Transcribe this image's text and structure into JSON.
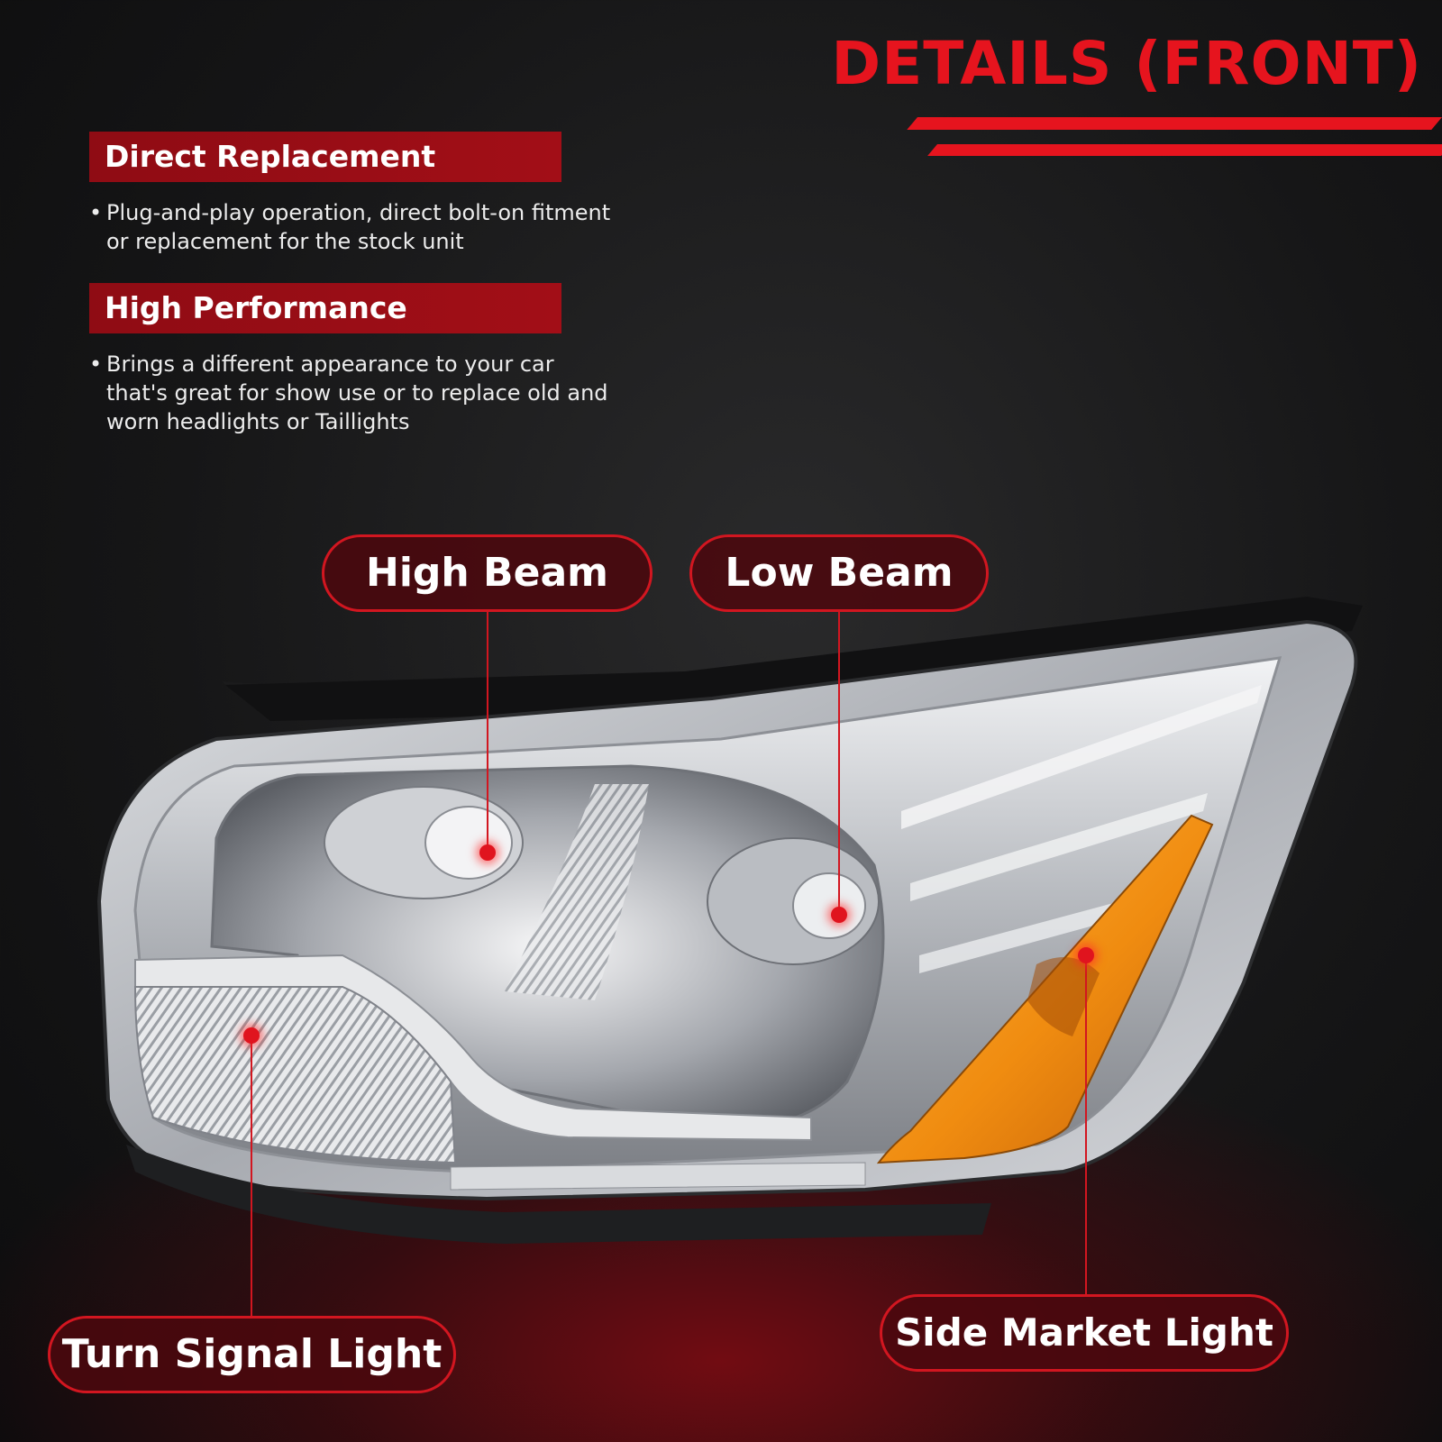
{
  "header": {
    "title": "DETAILS (FRONT)"
  },
  "features": [
    {
      "heading": "Direct Replacement",
      "bullet": "Plug-and-play operation, direct bolt-on fitment or replacement for the stock unit"
    },
    {
      "heading": "High Performance",
      "bullet": "Brings a different appearance to your car that's great for show use or to replace old and worn headlights or Taillights"
    }
  ],
  "callouts": {
    "high_beam": "High Beam",
    "low_beam": "Low Beam",
    "turn_signal": "Turn Signal Light",
    "side_marker": "Side Market Light"
  },
  "colors": {
    "accent_red": "#e6141e",
    "heading_bar": "#a20e17",
    "amber_lens": "#f08c10",
    "chrome": "#c9ccd0"
  },
  "icons": {
    "bullet": "bullet-dot-icon",
    "callout_marker": "red-glow-dot-icon"
  }
}
